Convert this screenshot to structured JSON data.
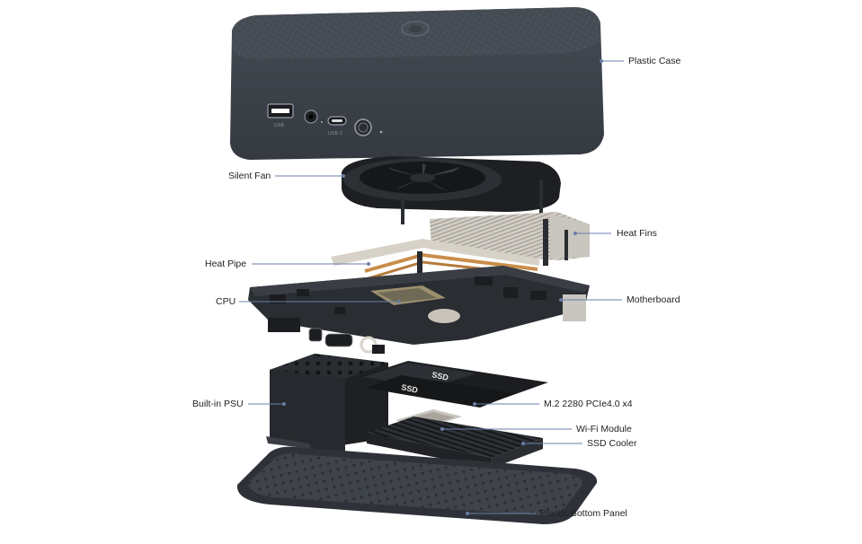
{
  "labels": {
    "plastic_case": "Plastic Case",
    "silent_fan": "Silent Fan",
    "heat_fins": "Heat Fins",
    "heat_pipe": "Heat Pipe",
    "motherboard": "Motherboard",
    "cpu": "CPU",
    "builtin_psu": "Built-in PSU",
    "m2_ssd": "M.2 2280 PCIe4.0 x4",
    "wifi_module": "Wi-Fi Module",
    "ssd_cooler": "SSD Cooler",
    "bottom_panel": "Plastic Bottom Panel"
  },
  "ports": {
    "usb": "USB",
    "usb_c": "USB C"
  },
  "ssd_sticker": "SSD",
  "colors": {
    "case": "#3d434b",
    "case_top": "#4a5058",
    "pcb": "#2a2d32",
    "fins": "#c8c4bc",
    "copper": "#c98d4a",
    "leader_line": "#6a7fa8",
    "text": "#222222"
  }
}
